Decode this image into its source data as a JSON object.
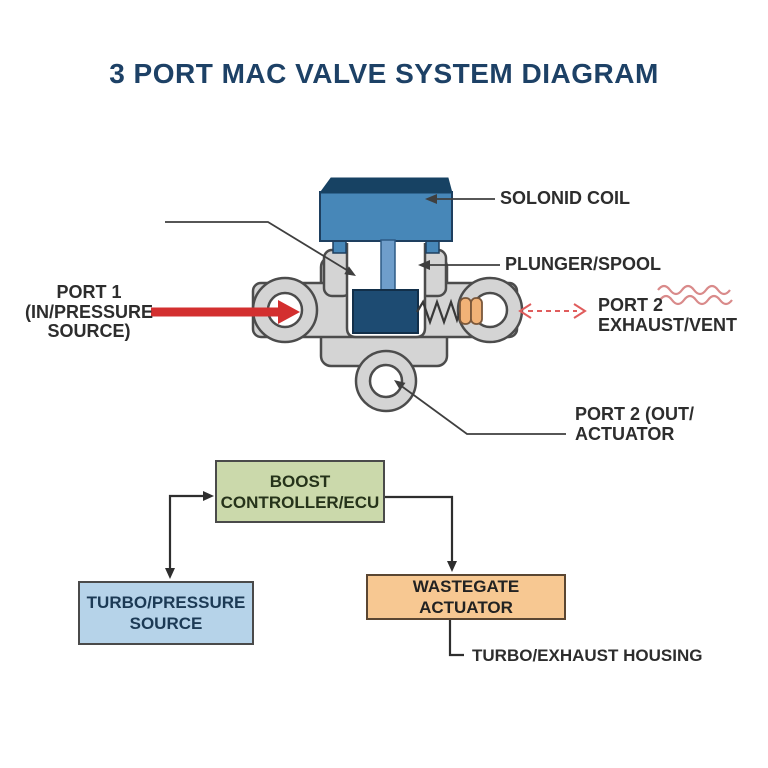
{
  "title": "3 PORT MAC VALVE SYSTEM DIAGRAM",
  "diagram": {
    "labels": {
      "solenoid": "SOLONID COIL",
      "plunger": "PLUNGER/SPOOL",
      "port1": {
        "line1": "PORT 1",
        "line2": "(IN/PRESSURE",
        "line3": "SOURCE)"
      },
      "port2_exhaust": {
        "line1": "PORT 2",
        "line2": "EXHAUST/VENT"
      },
      "port2_out": {
        "line1": "PORT 2 (OUT/",
        "line2": "ACTUATOR"
      }
    }
  },
  "flowchart": {
    "boost_controller": {
      "line1": "BOOST",
      "line2": "CONTROLLER/ECU"
    },
    "turbo_pressure_source": {
      "line1": "TURBO/PRESSURE",
      "line2": "SOURCE"
    },
    "wastegate_actuator": "WASTEGATE ACTUATOR",
    "turbo_exhaust_housing": "TURBO/EXHAUST HOUSING"
  },
  "colors": {
    "title_navy": "#1d4166",
    "label_text": "#2d2d2d",
    "solenoid_blue": "#4787b8",
    "solenoid_top_navy": "#174263",
    "plunger_navy": "#1d4b72",
    "valve_body_gray": "#d4d4d4",
    "pressure_arrow_red": "#d32f2f",
    "exhaust_arrow_pink": "#e05c5c",
    "exhaust_wave_pink": "#d98a8a",
    "spring_dark": "#383838",
    "stopper_orange": "#f1b277",
    "boost_box_green": "#cbd9ab",
    "turbo_box_blue": "#b6d3e9",
    "wastegate_box_orange": "#f7c892"
  }
}
